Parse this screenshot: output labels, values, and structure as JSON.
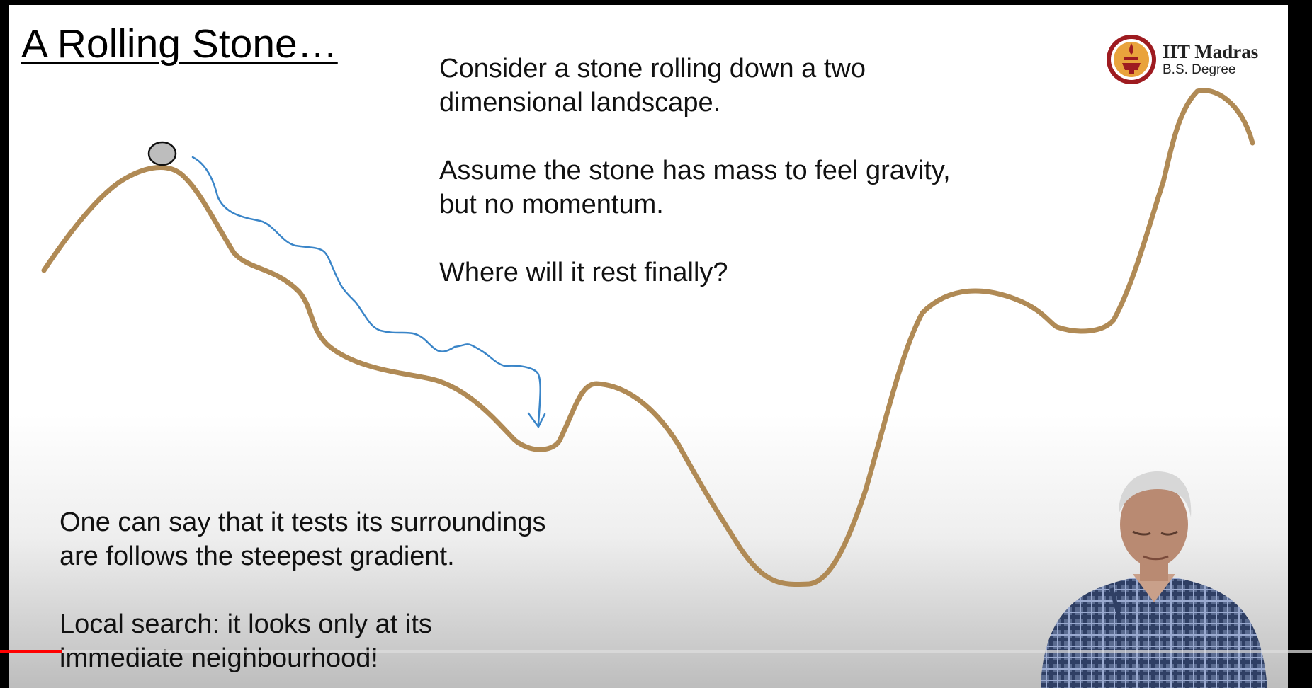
{
  "slide": {
    "title": "A Rolling Stone…",
    "paragraphs": [
      "Consider a stone rolling down a two\ndimensional landscape.",
      "Assume the stone has mass to feel gravity,\nbut no momentum.",
      "Where will it rest finally?",
      "One can say that it tests its surroundings\nare follows the steepest gradient.",
      "Local search: it looks only at its\nimmediate neighbourhood!"
    ]
  },
  "logo": {
    "name": "IIT Madras",
    "degree": "B.S. Degree"
  },
  "colors": {
    "landscape_line": "#b08a55",
    "path_arrow": "#3a85c8",
    "stone_fill": "#bdbdbd",
    "logo_ring": "#9e1b20",
    "logo_inner": "#e9a33c",
    "progress_played": "#ff0000"
  },
  "player": {
    "progress_fraction": 0.047
  },
  "icons": {
    "stone": "stone-icon",
    "logo": "iit-madras-emblem-icon"
  }
}
